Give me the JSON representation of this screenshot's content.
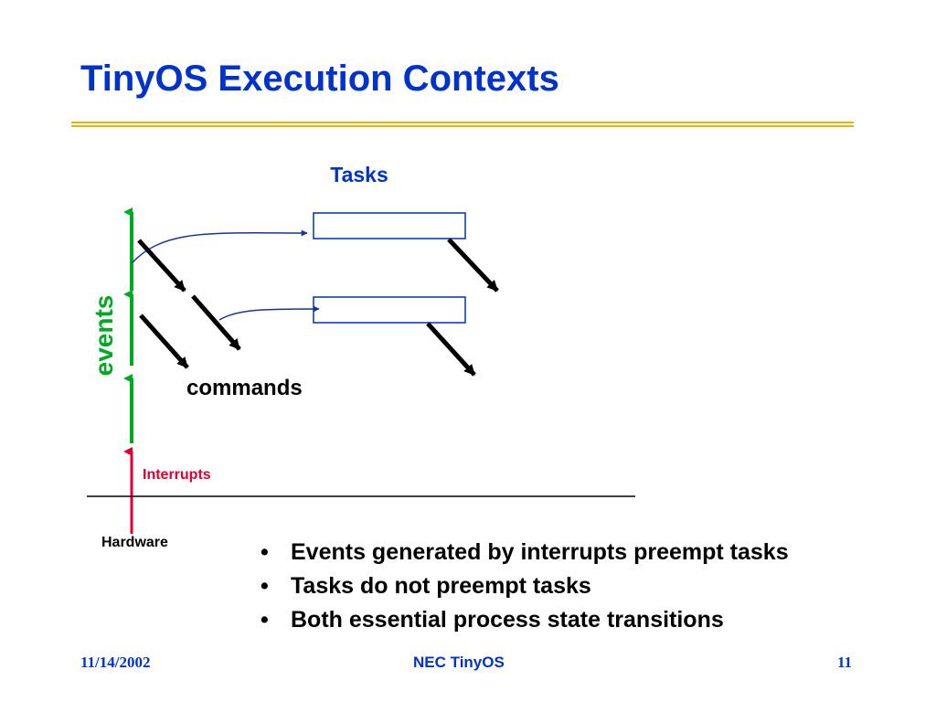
{
  "slide": {
    "title": "TinyOS Execution Contexts"
  },
  "diagram": {
    "tasks_label": "Tasks",
    "events_label": "events",
    "commands_label": "commands",
    "interrupts_label": "Interrupts",
    "hardware_label": "Hardware"
  },
  "bullets": [
    {
      "marker": "•",
      "text": "Events generated by interrupts preempt tasks"
    },
    {
      "marker": "•",
      "text": "Tasks do not preempt tasks"
    },
    {
      "marker": "•",
      "text": "Both essential process state transitions"
    }
  ],
  "footer": {
    "date": "11/14/2002",
    "center": "NEC TinyOS",
    "page": "11"
  },
  "colors": {
    "title": "#0033cc",
    "rule": "#e8b400",
    "events_green": "#00aa22",
    "interrupt_red": "#dd0033",
    "task_box": "#0033aa",
    "curve_blue": "#1a3399"
  }
}
